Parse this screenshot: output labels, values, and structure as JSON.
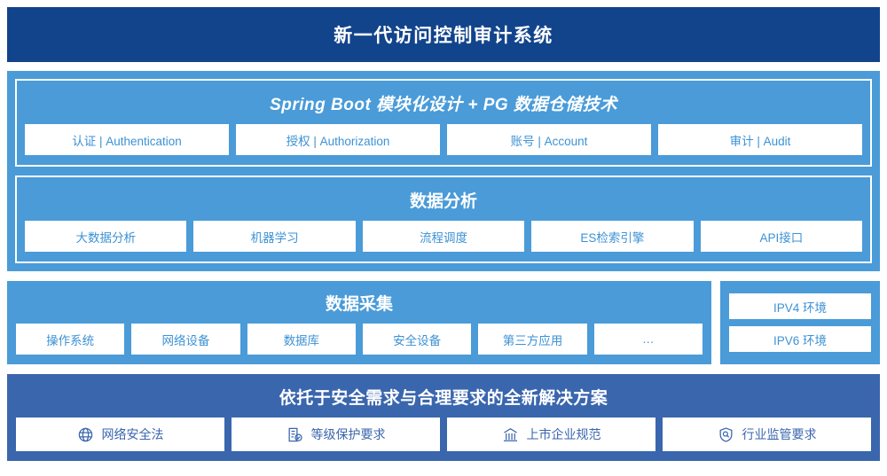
{
  "header": {
    "title": "新一代访问控制审计系统"
  },
  "colors": {
    "header_navy": "#12448c",
    "panel_blue": "#4a9bd8",
    "bottom_blue": "#3a66ad",
    "chip_bg": "#ffffff",
    "chip_text": "#3d92d4"
  },
  "modules": [
    {
      "title": "Spring Boot 模块化设计 + PG 数据仓储技术",
      "italic": true,
      "items": [
        "认证 | Authentication",
        "授权 | Authorization",
        "账号 | Account",
        "审计 | Audit"
      ]
    },
    {
      "title": "数据分析",
      "italic": false,
      "items": [
        "大数据分析",
        "机器学习",
        "流程调度",
        "ES检索引擎",
        "API接口"
      ]
    }
  ],
  "collect": {
    "title": "数据采集",
    "items": [
      "操作系统",
      "网络设备",
      "数据库",
      "安全设备",
      "第三方应用",
      "…"
    ]
  },
  "ipv": {
    "items": [
      "IPV4 环境",
      "IPV6 环境"
    ]
  },
  "bottom": {
    "title": "依托于安全需求与合理要求的全新解决方案",
    "items": [
      {
        "label": "网络安全法",
        "icon": "globe-icon"
      },
      {
        "label": "等级保护要求",
        "icon": "document-check-icon"
      },
      {
        "label": "上市企业规范",
        "icon": "bank-icon"
      },
      {
        "label": "行业监管要求",
        "icon": "shield-search-icon"
      }
    ]
  }
}
